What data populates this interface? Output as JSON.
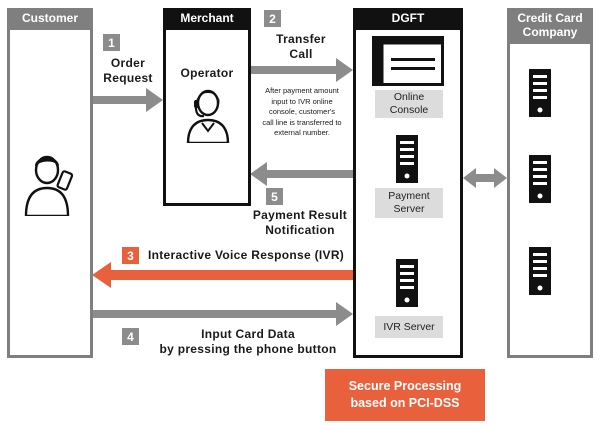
{
  "customer": {
    "title": "Customer"
  },
  "merchant": {
    "title": "Merchant",
    "operator_label": "Operator"
  },
  "dgft": {
    "title": "DGFT",
    "online_console": "Online\nConsole",
    "payment_server": "Payment\nServer",
    "ivr_server": "IVR Server"
  },
  "credit": {
    "title": "Credit Card\nCompany"
  },
  "steps": [
    {
      "num": "1",
      "label": "Order\nRequest"
    },
    {
      "num": "2",
      "label": "Transfer\nCall"
    },
    {
      "num": "3",
      "label": "Interactive Voice Response (IVR)"
    },
    {
      "num": "4",
      "label": "Input Card Data\nby pressing the phone button"
    },
    {
      "num": "5",
      "label": "Payment Result\nNotification"
    }
  ],
  "note": "After payment amount\ninput to IVR online\nconsole, customer's\ncall line is transferred to\nexternal number.",
  "secure": "Secure Processing\nbased on PCI-DSS",
  "colors": {
    "grey": "#7f7f7f",
    "black": "#111111",
    "orange": "#e8603c",
    "arrow": "#8c8c8c"
  }
}
